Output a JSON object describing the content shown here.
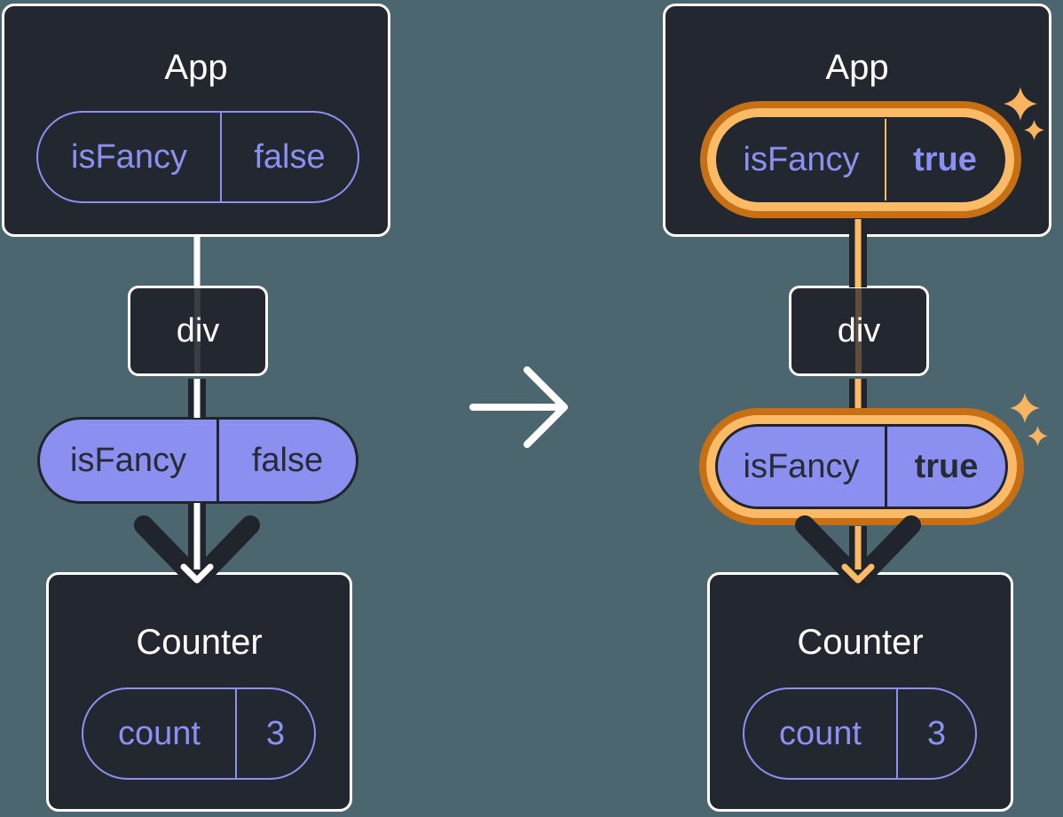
{
  "colors": {
    "background": "#4C6670",
    "box_fill": "#23272F",
    "box_border": "#FFFFFF",
    "purple": "#8B91F3",
    "pill_dark_text": "#262B35",
    "arrow_dark": "#20242C",
    "arrow_light": "#FFFFFF",
    "highlight_orange": "#FBBB66",
    "highlight_orange_dark": "#C76F15",
    "sparkle_orange": "#F9B45F"
  },
  "icons": {
    "sparkle": "four-point-star",
    "transition": "right-arrow"
  },
  "before": {
    "app": {
      "title": "App",
      "state": {
        "key": "isFancy",
        "value": "false"
      }
    },
    "container": {
      "label": "div"
    },
    "prop": {
      "key": "isFancy",
      "value": "false"
    },
    "counter": {
      "title": "Counter",
      "state": {
        "key": "count",
        "value": "3"
      }
    }
  },
  "after": {
    "app": {
      "title": "App",
      "state": {
        "key": "isFancy",
        "value": "true"
      }
    },
    "container": {
      "label": "div"
    },
    "prop": {
      "key": "isFancy",
      "value": "true"
    },
    "counter": {
      "title": "Counter",
      "state": {
        "key": "count",
        "value": "3"
      }
    }
  }
}
